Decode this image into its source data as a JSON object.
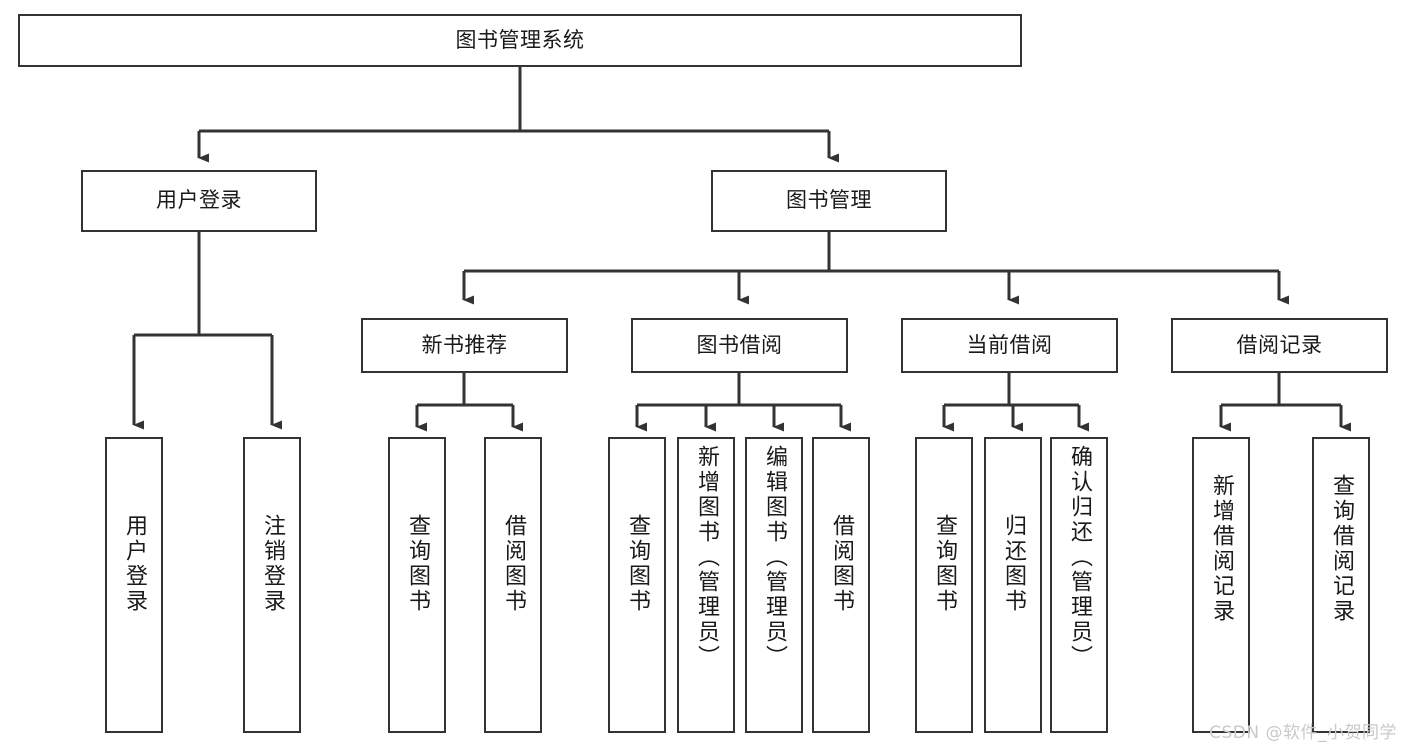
{
  "diagram": {
    "title": "图书管理系统",
    "type": "tree-hierarchy-diagram",
    "colors": {
      "node_border": "#333333",
      "node_fill": "#ffffff",
      "connector": "#333333",
      "text": "#1a1a1a",
      "watermark": "#c9c9c9",
      "background": "#ffffff"
    },
    "watermark": "CSDN @软件_小贺同学",
    "nodes": {
      "root": {
        "label": "图书管理系统"
      },
      "level2": [
        {
          "id": "user-login",
          "label": "用户登录"
        },
        {
          "id": "book-manage",
          "label": "图书管理"
        }
      ],
      "level3": [
        {
          "id": "new-book-recommend",
          "label": "新书推荐"
        },
        {
          "id": "book-borrow",
          "label": "图书借阅"
        },
        {
          "id": "current-borrow",
          "label": "当前借阅"
        },
        {
          "id": "borrow-record",
          "label": "借阅记录"
        }
      ],
      "leaves": {
        "user-login": [
          {
            "id": "leaf-user-login",
            "label": "用户登录"
          },
          {
            "id": "leaf-logout-login",
            "label": "注销登录"
          }
        ],
        "new-book-recommend": [
          {
            "id": "leaf-query-book-1",
            "label": "查询图书"
          },
          {
            "id": "leaf-borrow-book-1",
            "label": "借阅图书"
          }
        ],
        "book-borrow": [
          {
            "id": "leaf-query-book-2",
            "label": "查询图书"
          },
          {
            "id": "leaf-add-book-admin",
            "label": "新增图书（管理员）"
          },
          {
            "id": "leaf-edit-book-admin",
            "label": "编辑图书（管理员）"
          },
          {
            "id": "leaf-borrow-book-2",
            "label": "借阅图书"
          }
        ],
        "current-borrow": [
          {
            "id": "leaf-query-book-3",
            "label": "查询图书"
          },
          {
            "id": "leaf-return-book",
            "label": "归还图书"
          },
          {
            "id": "leaf-confirm-return-admin",
            "label": "确认归还（管理员）"
          }
        ],
        "borrow-record": [
          {
            "id": "leaf-add-borrow-record",
            "label": "新增借阅记录"
          },
          {
            "id": "leaf-query-borrow-record",
            "label": "查询借阅记录"
          }
        ]
      }
    }
  }
}
